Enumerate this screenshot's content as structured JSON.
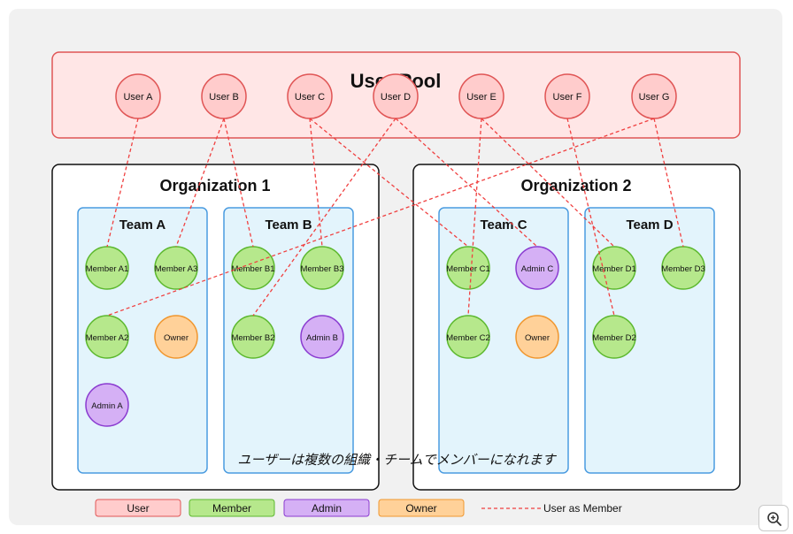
{
  "user_pool": {
    "title": "User Pool",
    "users": [
      "User A",
      "User B",
      "User C",
      "User D",
      "User E",
      "User F",
      "User G"
    ]
  },
  "organizations": [
    {
      "title": "Organization 1",
      "teams": [
        {
          "title": "Team A",
          "roles": [
            "Member A1",
            "Member A3",
            "Member A2",
            "Owner",
            "Admin A"
          ]
        },
        {
          "title": "Team B",
          "roles": [
            "Member B1",
            "Member B3",
            "Member B2",
            "Admin B"
          ]
        }
      ]
    },
    {
      "title": "Organization 2",
      "teams": [
        {
          "title": "Team C",
          "roles": [
            "Member C1",
            "Admin C",
            "Member C2",
            "Owner"
          ]
        },
        {
          "title": "Team D",
          "roles": [
            "Member D1",
            "Member D3",
            "Member D2"
          ]
        }
      ]
    }
  ],
  "note": "ユーザーは複数の組織・チームでメンバーになれます",
  "legend": {
    "user": "User",
    "member": "Member",
    "admin": "Admin",
    "owner": "Owner",
    "link": "User as Member"
  },
  "colors": {
    "user_fill": "#ffcccc",
    "user_stroke": "#e05555",
    "member_fill": "#b6e88c",
    "member_stroke": "#5cb82e",
    "admin_fill": "#d5b0f5",
    "admin_stroke": "#8a3bd0",
    "owner_fill": "#ffd199",
    "owner_stroke": "#f0962e",
    "team_fill": "#e3f4fc",
    "team_stroke": "#4a9be0",
    "link": "#f04040"
  },
  "zoom_icon": "zoom-in-icon"
}
